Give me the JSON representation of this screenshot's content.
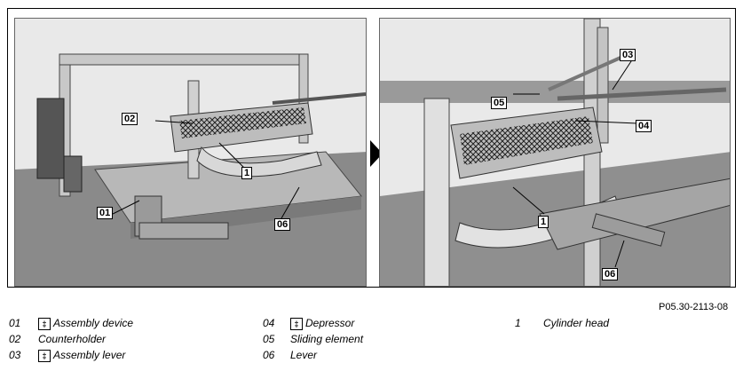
{
  "figure_id": "P05.30-2113-08",
  "callouts_left": {
    "c02": "02",
    "c01": "01",
    "c1": "1",
    "c06": "06"
  },
  "callouts_right": {
    "c05": "05",
    "c03": "03",
    "c04": "04",
    "c1": "1",
    "c06": "06"
  },
  "legend": {
    "col1": [
      {
        "num": "01",
        "label": "Assembly device",
        "icon": "special-tool-icon"
      },
      {
        "num": "02",
        "label": "Counterholder",
        "icon": ""
      },
      {
        "num": "03",
        "label": "Assembly lever",
        "icon": "special-tool-icon"
      }
    ],
    "col2": [
      {
        "num": "04",
        "label": "Depressor",
        "icon": "special-tool-icon"
      },
      {
        "num": "05",
        "label": "Sliding element",
        "icon": ""
      },
      {
        "num": "06",
        "label": "Lever",
        "icon": ""
      }
    ],
    "col3": [
      {
        "num": "1",
        "label": "Cylinder head",
        "icon": ""
      }
    ]
  },
  "tool_icon_glyph": "‡"
}
